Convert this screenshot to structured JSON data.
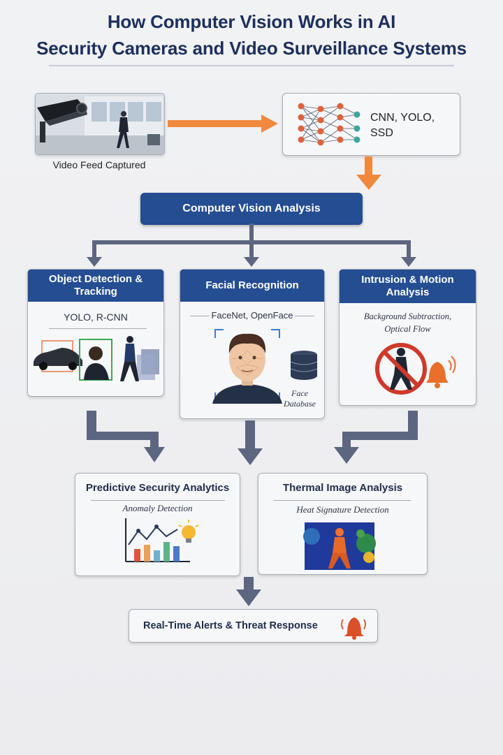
{
  "title": {
    "line1": "How Computer Vision Works in AI",
    "line2": "Security Cameras and Video Surveillance Systems"
  },
  "feed": {
    "caption": "Video Feed Captured"
  },
  "models": {
    "line1": "CNN, YOLO,",
    "line2": "SSD"
  },
  "analysis": {
    "label": "Computer Vision Analysis"
  },
  "object_detection": {
    "title_line1": "Object Detection &",
    "title_line2": "Tracking",
    "methods": "YOLO, R-CNN"
  },
  "facial_recognition": {
    "title": "Facial Recognition",
    "methods": "FaceNet, OpenFace",
    "db_line1": "Face",
    "db_line2": "Database"
  },
  "intrusion": {
    "title_line1": "Intrusion & Motion",
    "title_line2": "Analysis",
    "methods_line1": "Background Subtraction,",
    "methods_line2": "Optical Flow"
  },
  "predictive": {
    "title": "Predictive Security Analytics",
    "subtitle": "Anomaly Detection"
  },
  "thermal": {
    "title": "Thermal Image Analysis",
    "subtitle": "Heat Signature Detection"
  },
  "alerts": {
    "label": "Real-Time Alerts & Threat Response"
  },
  "colors": {
    "navy": "#244d92",
    "orange": "#f0883e",
    "arrow_gray": "#5d6680"
  }
}
